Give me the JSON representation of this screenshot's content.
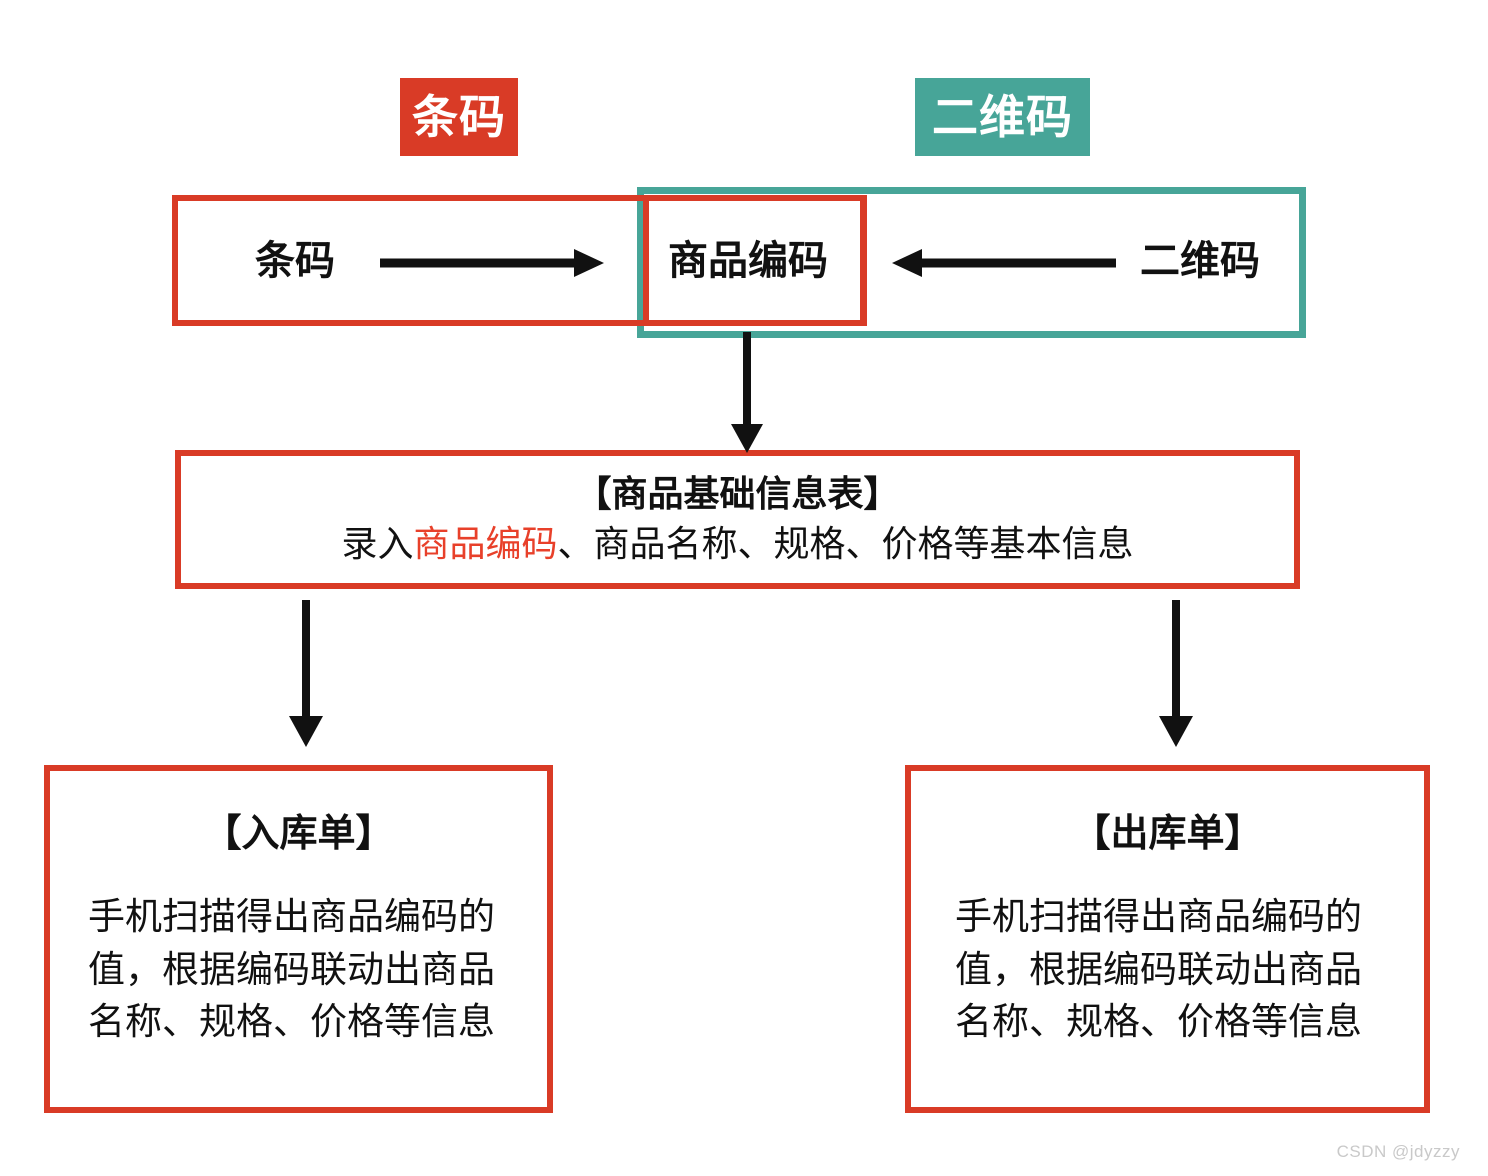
{
  "legend": {
    "barcode_chip": "条码",
    "qrcode_chip": "二维码",
    "barcode_color": "#D93B26",
    "qrcode_color": "#47A598"
  },
  "row1": {
    "left_label": "条码",
    "center_label": "商品编码",
    "right_label": "二维码",
    "arrow_left_to_center": "arrow-right",
    "arrow_right_to_center": "arrow-left"
  },
  "middle": {
    "title": "【商品基础信息表】",
    "body_prefix": "录入",
    "body_highlight": "商品编码",
    "body_suffix": "、商品名称、规格、价格等基本信息",
    "highlight_color": "#E8402A"
  },
  "bottom_left": {
    "title": "【入库单】",
    "lines": [
      "手机扫描得出商品编码的",
      "值，根据编码联动出商品",
      "名称、规格、价格等信息"
    ]
  },
  "bottom_right": {
    "title": "【出库单】",
    "lines": [
      "手机扫描得出商品编码的",
      "值，根据编码联动出商品",
      "名称、规格、价格等信息"
    ]
  },
  "watermark": {
    "text": "CSDN @jdyzzy"
  }
}
